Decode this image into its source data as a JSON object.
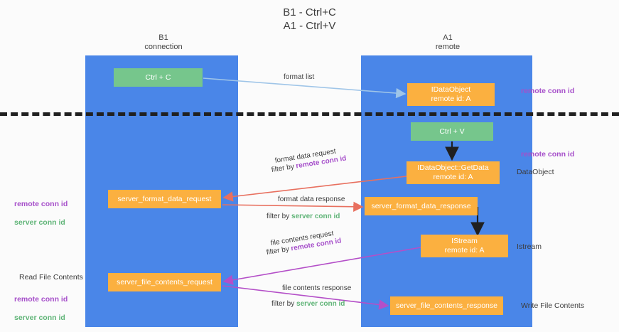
{
  "title": "B1 - Ctrl+C\nA1 - Ctrl+V",
  "lanes": [
    {
      "name": "b1",
      "header": "B1\nconnection",
      "color": "#4a86e8"
    },
    {
      "name": "a1",
      "header": "A1\nremote",
      "color": "#4a86e8"
    }
  ],
  "colors": {
    "lane": "#4a86e8",
    "node_orange": "#fbb040",
    "node_green": "#76c68c",
    "remote_conn_id": "#a64fca",
    "server_conn_id": "#5fb477",
    "arrow_blue": "#9fc5e8",
    "arrow_red": "#e8705f",
    "arrow_purple": "#b44fc8",
    "arrow_black": "#202020",
    "divider": "#202020",
    "background": "#fbfbfb",
    "text": "#3c3c3c"
  },
  "nodes": {
    "ctrl_c": "Ctrl + C",
    "idataobject": "IDataObject\nremote id: A",
    "ctrl_v": "Ctrl + V",
    "getdata": "IDataObject::GetData\nremote id: A",
    "server_format_data_request": "server_format_data_request",
    "server_format_data_response": "server_format_data_response",
    "istream": "IStream\nremote id: A",
    "server_file_contents_request": "server_file_contents_request",
    "server_file_contents_response": "server_file_contents_response"
  },
  "edge_labels": {
    "format_list": "format list",
    "format_data_request": "format data request",
    "format_data_request_filter_prefix": "filter by ",
    "format_data_request_filter_key": "remote conn id",
    "format_data_response": "format data response",
    "format_data_response_filter_prefix": "filter by ",
    "format_data_response_filter_key": "server conn id",
    "file_contents_request": "file contents request",
    "file_contents_request_filter_prefix": "filter by ",
    "file_contents_request_filter_key": "remote conn id",
    "file_contents_response": "file contents response",
    "file_contents_response_filter_prefix": "filter by ",
    "file_contents_response_filter_key": "server conn id"
  },
  "side_labels": {
    "remote_conn_id_top": "remote conn id",
    "remote_conn_id_mid": "remote conn id",
    "dataobject": "DataObject",
    "istream": "Istream",
    "write_file_contents": "Write File Contents",
    "read_file_contents": "Read File Contents",
    "left_remote_conn_id": "remote conn id",
    "left_server_conn_id": "server conn id",
    "left_remote_conn_id_2": "remote conn id",
    "left_server_conn_id_2": "server conn id"
  }
}
